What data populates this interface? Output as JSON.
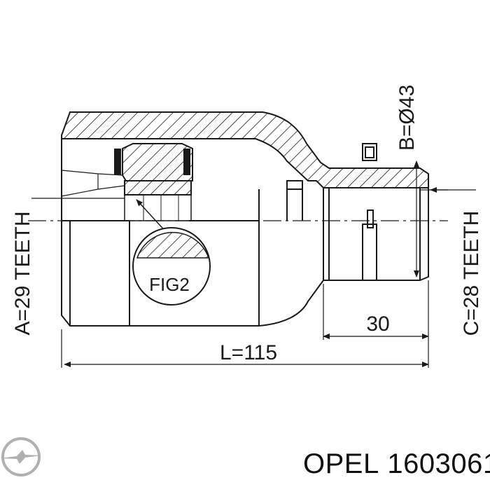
{
  "diagram": {
    "dimension_a": "A=29 TEETH",
    "dimension_b": "B=Ø43",
    "dimension_c": "C=28 TEETH",
    "dimension_length": "L=115",
    "dimension_stub": "30",
    "detail_label": "FIG2"
  },
  "caption": {
    "brand": "OPEL",
    "part_number": "1603061"
  },
  "logo": {
    "name": "opel-logo-icon"
  },
  "colors": {
    "line": "#1a1a1a",
    "logo": "#b0b0b0"
  }
}
